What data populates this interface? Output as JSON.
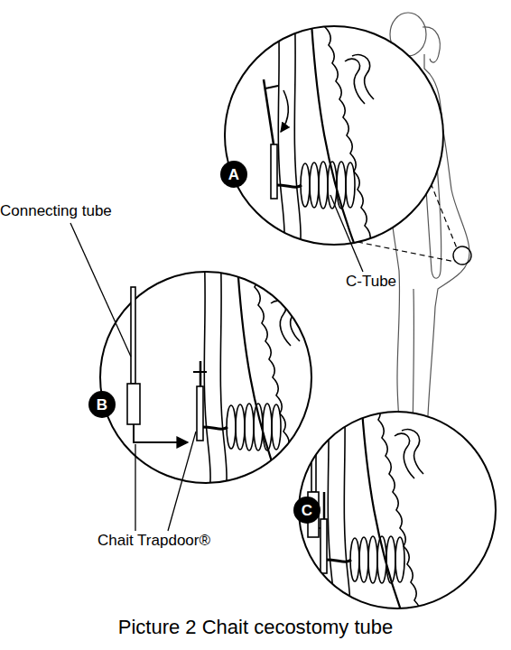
{
  "diagram": {
    "caption": "Picture 2 Chait cecostomy tube",
    "nodes": [
      {
        "text": [
          "A"
        ]
      },
      {
        "text": [
          "B"
        ]
      },
      {
        "text": [
          "C"
        ]
      }
    ],
    "labels": [
      "Connecting tube",
      "C-Tube",
      "Chait Trapdoor®"
    ]
  }
}
